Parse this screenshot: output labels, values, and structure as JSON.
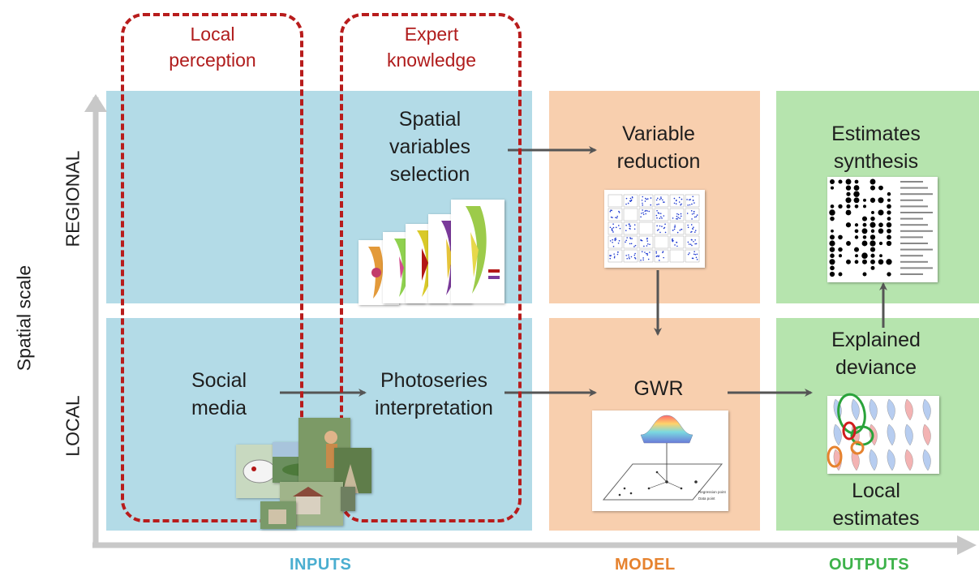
{
  "groups": {
    "local_perception": "Local\nperception",
    "expert_knowledge": "Expert\nknowledge"
  },
  "axes": {
    "y_title": "Spatial scale",
    "regional": "REGIONAL",
    "local": "LOCAL"
  },
  "columns": {
    "inputs": "INPUTS",
    "model": "MODEL",
    "outputs": "OUTPUTS"
  },
  "nodes": {
    "spatial_variables": "Spatial\nvariables\nselection",
    "variable_reduction": "Variable\nreduction",
    "estimates_synthesis": "Estimates\nsynthesis",
    "social_media": "Social\nmedia",
    "photoseries": "Photoseries\ninterpretation",
    "gwr": "GWR",
    "explained_deviance": "Explained\ndeviance",
    "local_estimates": "Local\nestimates"
  },
  "legend_gwr": {
    "regression_point": "Regression point",
    "data_point": "Data point"
  },
  "colors": {
    "inputs": "#b3dbe7",
    "model": "#f8cfae",
    "outputs": "#b6e4ae",
    "dashed": "#b81c1c",
    "inputs_label": "#4aaed0",
    "model_label": "#e6822e",
    "outputs_label": "#3db24a"
  }
}
